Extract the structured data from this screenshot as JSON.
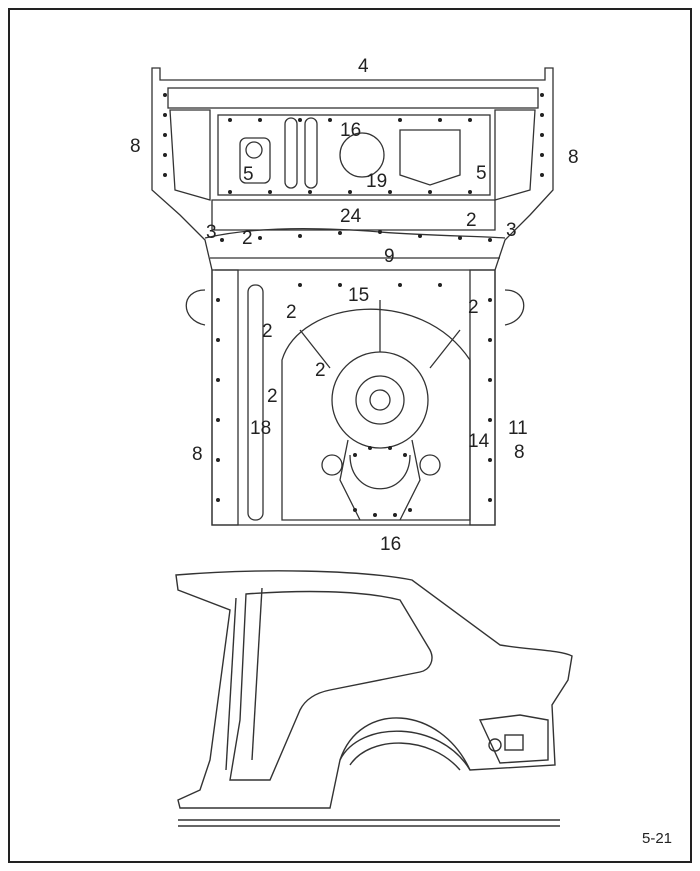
{
  "page_number": "5-21",
  "callouts": {
    "top_center": "4",
    "left_upper": "8",
    "right_upper": "8",
    "spot_16_top": "16",
    "left_5": "5",
    "right_5": "5",
    "center_19": "19",
    "center_24": "24",
    "left_3": "3",
    "left_2a": "2",
    "right_2a": "2",
    "right_3": "3",
    "center_9": "9",
    "center_15": "15",
    "left_2b": "2",
    "left_2c": "2",
    "right_2b": "2",
    "center_2": "2",
    "left_2d": "2",
    "left_18": "18",
    "left_8_lower": "8",
    "right_14": "14",
    "right_11": "11",
    "right_8_lower": "8",
    "bottom_16": "16"
  }
}
